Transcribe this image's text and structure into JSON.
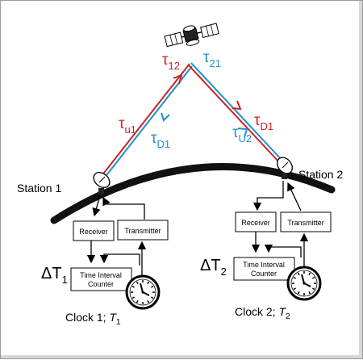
{
  "colors": {
    "uplink": "#cc2222",
    "downlink": "#1f8fd0",
    "ink": "#000000",
    "earth": "#111111"
  },
  "icons": {
    "satellite": "satellite-icon",
    "dish": "dish-antenna-icon",
    "clock": "clock-face-icon"
  },
  "labels": {
    "tau12": {
      "base": "τ",
      "sub": "12"
    },
    "tau21": {
      "base": "τ",
      "sub": "21"
    },
    "tau_u1": {
      "base": "τ",
      "sub": "u1"
    },
    "tau_d1_left": {
      "base": "τ",
      "sub": "D1"
    },
    "tau_d1_right": {
      "base": "τ",
      "sub": "D1"
    },
    "tau_u2": {
      "base": "τ",
      "sub": "U2"
    }
  },
  "station1": {
    "name": "Station 1",
    "receiver": "Receiver",
    "transmitter": "Transmitter",
    "counter_line1": "Time Interval",
    "counter_line2": "Counter",
    "delta": {
      "base": "ΔT",
      "sub": "1"
    },
    "clock_caption": {
      "text": "Clock 1; ",
      "var": "T",
      "sub": "1"
    }
  },
  "station2": {
    "name": "Station 2",
    "receiver": "Receiver",
    "transmitter": "Transmitter",
    "counter_line1": "Time Interval",
    "counter_line2": "Counter",
    "delta": {
      "base": "ΔT",
      "sub": "2"
    },
    "clock_caption": {
      "text": "Clock 2; ",
      "var": "T",
      "sub": "2"
    }
  }
}
